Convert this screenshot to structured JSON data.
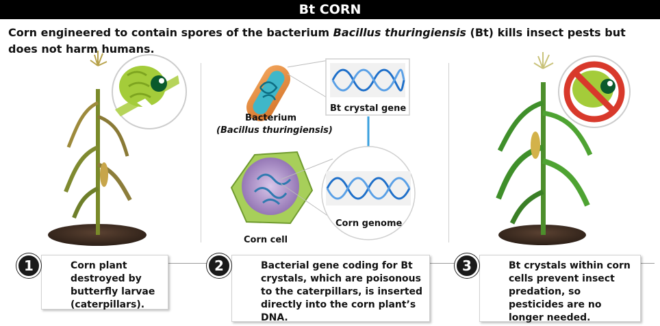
{
  "title": "Bt CORN",
  "intro": {
    "part1": "Corn engineered to contain spores of the bacterium ",
    "species": "Bacillus thuringiensis",
    "part2": " (Bt) kills insect pests but does not harm humans."
  },
  "labels": {
    "bacterium": "Bacterium",
    "bacterium_species": "(Bacillus thuringiensis)",
    "gene": "Bt crystal gene",
    "corn_cell": "Corn cell",
    "genome": "Corn genome"
  },
  "steps": [
    {
      "number": "1",
      "text": "Corn plant destroyed by butterfly larvae (caterpillars)."
    },
    {
      "number": "2",
      "text": "Bacterial gene coding for Bt crystals, which are poisonous to the caterpillars, is inserted directly into the corn plant’s DNA."
    },
    {
      "number": "3",
      "text": "Bt crystals within corn cells prevent insect predation, so pesticides are no longer needed."
    }
  ],
  "colors": {
    "title_bg": "#000000",
    "arrow": "#3aa0dd",
    "dna_blue": "#1e6fc9",
    "caterpillar": "#a4cc3a",
    "prohibit_red": "#d8392b",
    "cell_purple": "#8e6fb0",
    "corn_green": "#3f8f2a",
    "soil": "#3b2a1f"
  }
}
